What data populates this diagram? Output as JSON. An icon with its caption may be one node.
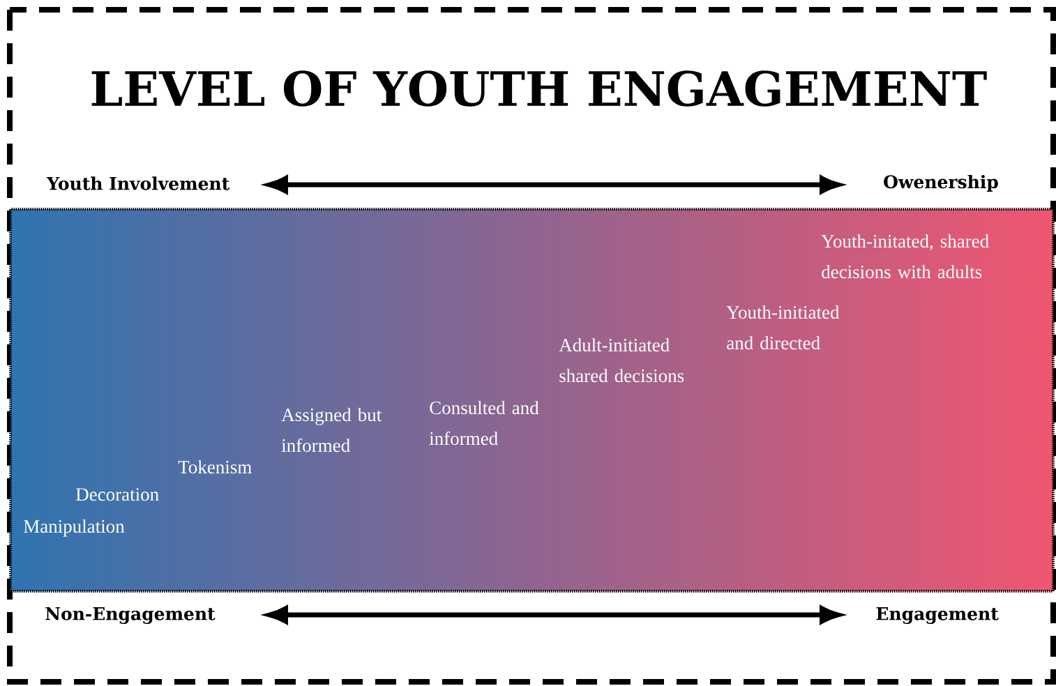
{
  "diagram": {
    "title": "LEVEL OF YOUTH ENGAGEMENT",
    "nodes": [
      {
        "text": [
          "Youth-initated, shared decisions with adults",
          "Youth-initiated and directed",
          "Adult-initiated shared decisions",
          "Consulted and informed",
          "Assigned but informed",
          "Tokenism",
          "Decoration",
          "Manipulation"
        ]
      }
    ],
    "labels": [
      "Youth Involvement",
      "Owenership",
      "Non-Engagement",
      "Engagement"
    ]
  }
}
